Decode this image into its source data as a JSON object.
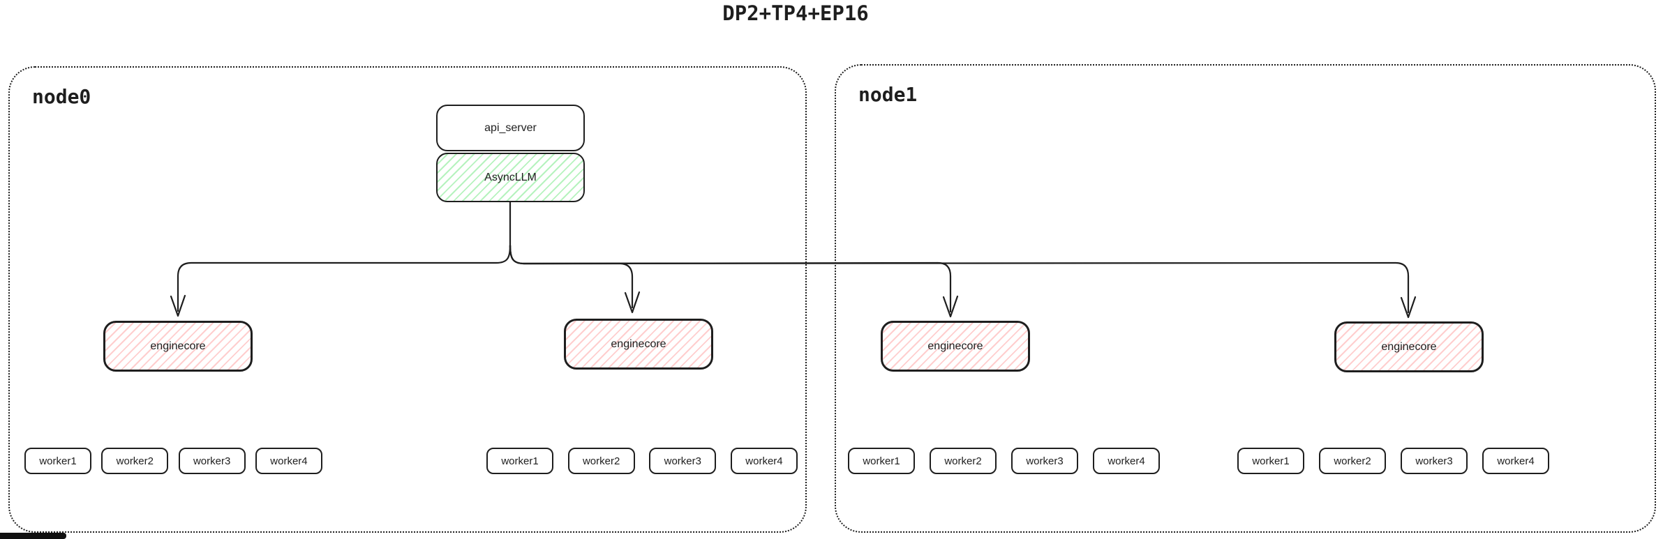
{
  "title": "DP2+TP4+EP16",
  "colors": {
    "stroke": "#1e1e1e",
    "background": "#ffffff",
    "async_llm_hatch": "#b2f2bb",
    "enginecore_hatch": "#ffc9c9"
  },
  "stack": {
    "api_server_label": "api_server",
    "async_llm_label": "AsyncLLM"
  },
  "nodes": [
    {
      "label": "node0",
      "enginecores": [
        {
          "label": "enginecore"
        },
        {
          "label": "enginecore"
        }
      ],
      "worker_groups": [
        [
          "worker1",
          "worker2",
          "worker3",
          "worker4"
        ],
        [
          "worker1",
          "worker2",
          "worker3",
          "worker4"
        ]
      ]
    },
    {
      "label": "node1",
      "enginecores": [
        {
          "label": "enginecore"
        },
        {
          "label": "enginecore"
        }
      ],
      "worker_groups": [
        [
          "worker1",
          "worker2",
          "worker3",
          "worker4"
        ],
        [
          "worker1",
          "worker2",
          "worker3",
          "worker4"
        ]
      ]
    }
  ]
}
